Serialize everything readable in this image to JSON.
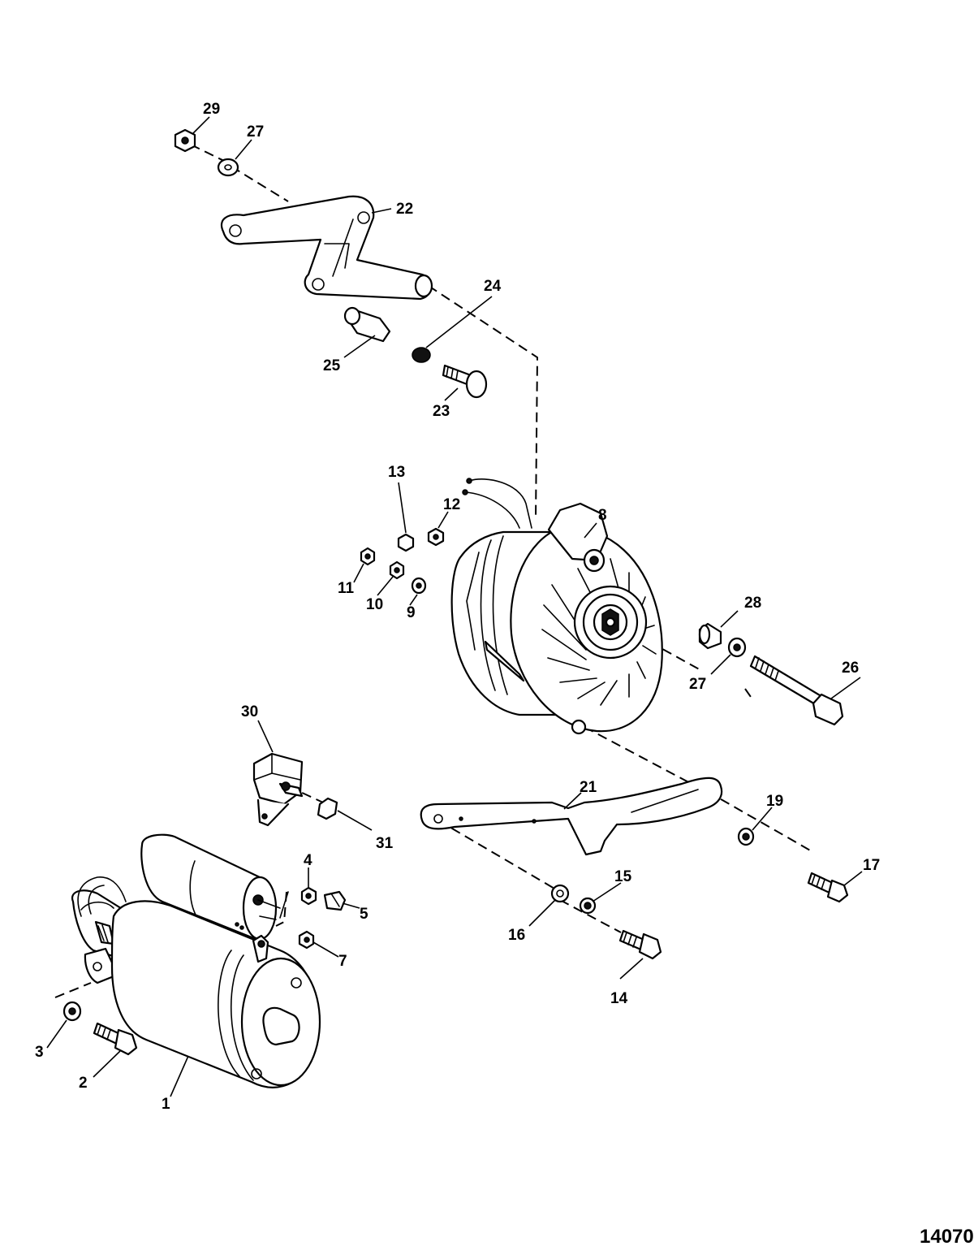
{
  "callouts": {
    "c1": "1",
    "c2": "2",
    "c3": "3",
    "c4": "4",
    "c5": "5",
    "c7": "7",
    "c8": "8",
    "c9": "9",
    "c10": "10",
    "c11": "11",
    "c12": "12",
    "c13": "13",
    "c14": "14",
    "c15": "15",
    "c16": "16",
    "c17": "17",
    "c19": "19",
    "c21": "21",
    "c22": "22",
    "c23": "23",
    "c24": "24",
    "c25": "25",
    "c26": "26",
    "c27a": "27",
    "c27b": "27",
    "c28": "28",
    "c29": "29",
    "c30": "30",
    "c31": "31"
  },
  "figure_id": "14070"
}
